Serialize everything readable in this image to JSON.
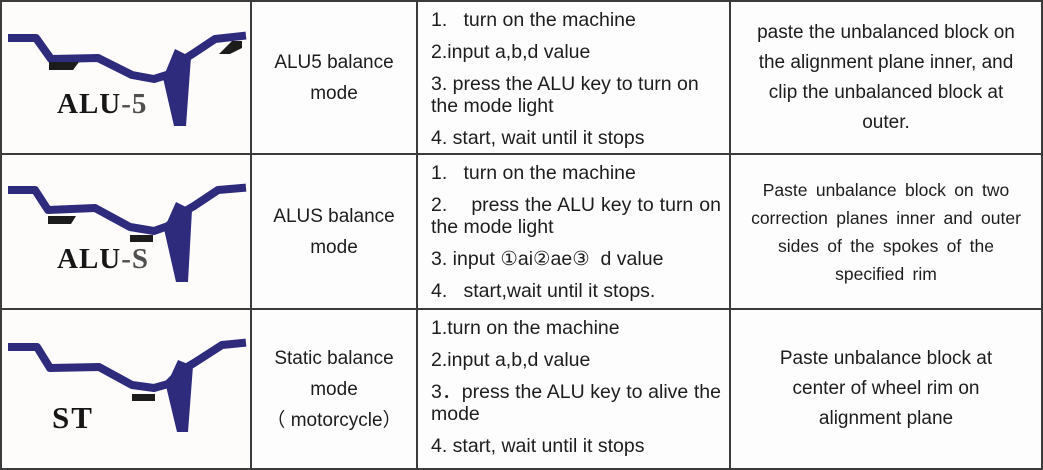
{
  "colors": {
    "rim_navy": "#2e2b7d",
    "weight_black": "#1c1c1c",
    "border_gray": "#3b3b3b",
    "text": "#1d1d1d"
  },
  "rows": [
    {
      "icon": "alu5-rim-profile-icon",
      "label_main": "ALU",
      "label_suffix": "-5",
      "mode": "ALU5 balance mode",
      "mode_note": "",
      "steps": [
        "1.   turn on the machine",
        "2.input a,b,d value",
        "3. press the ALU key to turn on the mode light",
        "4. start, wait until it stops"
      ],
      "description": "paste the unbalanced block on the alignment plane inner, and clip the unbalanced block at outer."
    },
    {
      "icon": "alus-rim-profile-icon",
      "label_main": "ALU",
      "label_suffix": "-S",
      "mode": "ALUS balance mode",
      "mode_note": "",
      "steps": [
        "1.   turn on the machine",
        "2.    press the ALU key to turn on the mode light",
        "3. input ①ai②ae③  d value",
        "4.   start,wait until it stops."
      ],
      "description": "Paste unbalance block on two correction planes inner and outer sides of the spokes of the specified rim"
    },
    {
      "icon": "st-rim-profile-icon",
      "label_main": "ST",
      "label_suffix": "",
      "mode": "Static balance mode",
      "mode_note": "（ motorcycle）",
      "steps": [
        "1.turn on the machine",
        "2.input a,b,d value",
        "3．press the ALU key to alive the mode",
        "4. start, wait until it stops"
      ],
      "description": "Paste unbalance block at center of wheel rim on alignment plane"
    }
  ]
}
